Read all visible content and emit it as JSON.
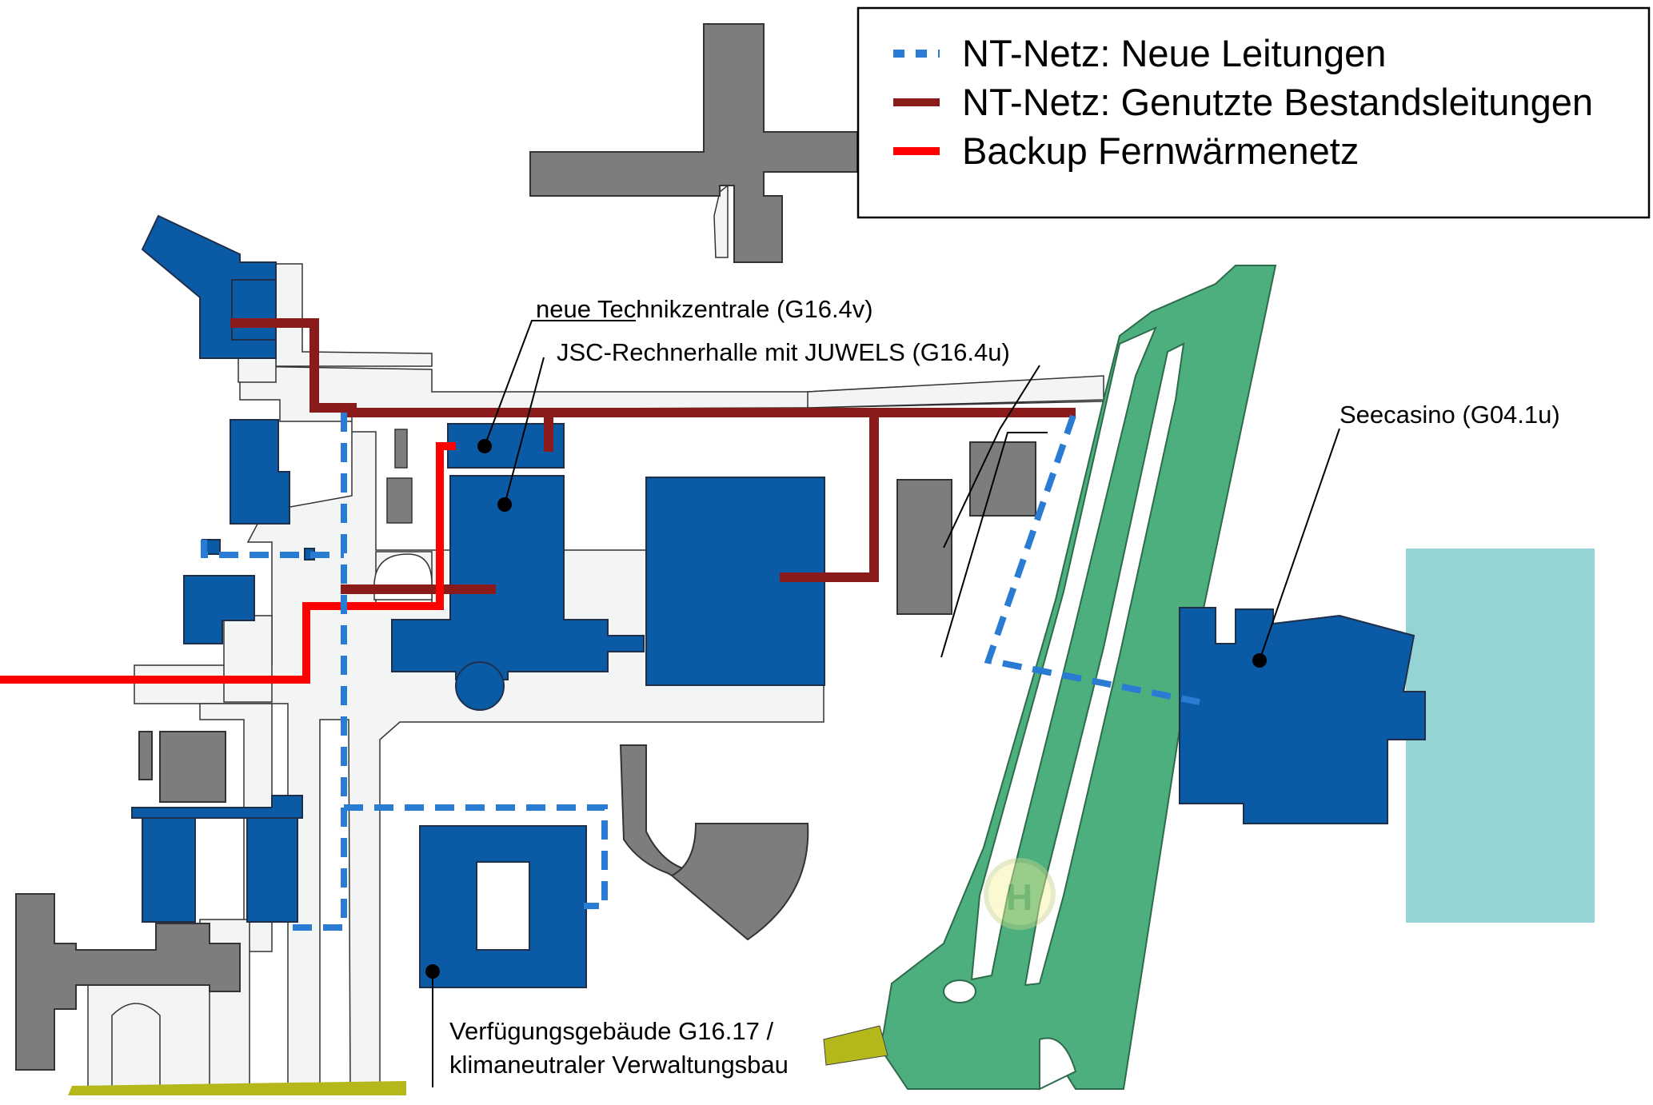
{
  "legend": {
    "items": [
      {
        "label": "NT-Netz: Neue Leitungen",
        "color": "#2a7bd4",
        "style": "dashed"
      },
      {
        "label": "NT-Netz: Genutzte Bestandsleitungen",
        "color": "#8b1a1a",
        "style": "solid"
      },
      {
        "label": "Backup Fernwärmenetz",
        "color": "#ff0000",
        "style": "solid"
      }
    ]
  },
  "labels": {
    "technikzentrale": "neue Technikzentrale (G16.4v)",
    "rechnerhalle": "JSC-Rechnerhalle mit JUWELS (G16.4u)",
    "seecasino": "Seecasino (G04.1u)",
    "verfuegung_line1": "Verfügungsgebäude G16.17 /",
    "verfuegung_line2": "klimaneutraler Verwaltungsbau"
  },
  "colors": {
    "building_blue": "#0b5aa6",
    "building_grey": "#7d7d7d",
    "road": "#f3f4f4",
    "green_track": "#4caf7d",
    "water": "#96d3d4",
    "olive_strip": "#b5b81a",
    "new_pipe": "#2a7bd4",
    "existing_pipe": "#8b1a1a",
    "backup_pipe": "#ff0000"
  },
  "icons": {
    "helipad": "helipad-icon"
  }
}
